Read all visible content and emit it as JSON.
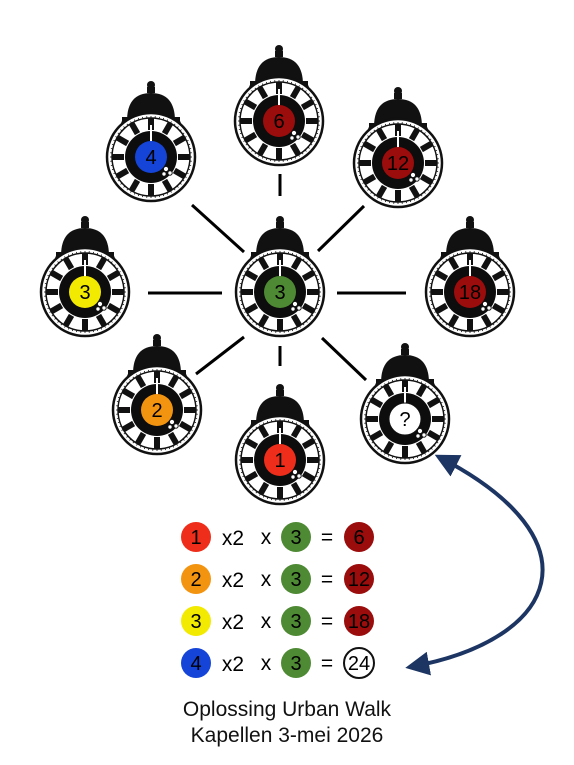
{
  "clocks": [
    {
      "id": "center",
      "label": "3",
      "color": "#4e8a33",
      "text_color": "#000000"
    },
    {
      "id": "top",
      "label": "6",
      "color": "#9b0c0c",
      "text_color": "#000000"
    },
    {
      "id": "top-left",
      "label": "4",
      "color": "#1545d8",
      "text_color": "#000000"
    },
    {
      "id": "top-right",
      "label": "12",
      "color": "#9b0c0c",
      "text_color": "#000000"
    },
    {
      "id": "left",
      "label": "3",
      "color": "#f2ea00",
      "text_color": "#000000"
    },
    {
      "id": "right",
      "label": "18",
      "color": "#9b0c0c",
      "text_color": "#000000"
    },
    {
      "id": "bottom-left",
      "label": "2",
      "color": "#f39410",
      "text_color": "#000000"
    },
    {
      "id": "bottom",
      "label": "1",
      "color": "#ee2d1a",
      "text_color": "#000000"
    },
    {
      "id": "bottom-right",
      "label": "?",
      "color": "#ffffff",
      "text_color": "#000000"
    }
  ],
  "equations": [
    {
      "a": "1",
      "a_color": "#ee2d1a",
      "op1": "x2",
      "op2": "x",
      "b": "3",
      "b_color": "#4e8a33",
      "eq": "=",
      "result": "6",
      "result_color": "#9b0c0c"
    },
    {
      "a": "2",
      "a_color": "#f39410",
      "op1": "x2",
      "op2": "x",
      "b": "3",
      "b_color": "#4e8a33",
      "eq": "=",
      "result": "12",
      "result_color": "#9b0c0c"
    },
    {
      "a": "3",
      "a_color": "#f2ea00",
      "op1": "x2",
      "op2": "x",
      "b": "3",
      "b_color": "#4e8a33",
      "eq": "=",
      "result": "18",
      "result_color": "#9b0c0c"
    },
    {
      "a": "4",
      "a_color": "#1545d8",
      "op1": "x2",
      "op2": "x",
      "b": "3",
      "b_color": "#4e8a33",
      "eq": "=",
      "result": "24",
      "result_color": "#ffffff"
    }
  ],
  "caption": {
    "line1": "Oplossing Urban Walk",
    "line2": "Kapellen 3-mei 2026"
  },
  "colors": {
    "arrow": "#1c3563",
    "line": "#000000"
  }
}
